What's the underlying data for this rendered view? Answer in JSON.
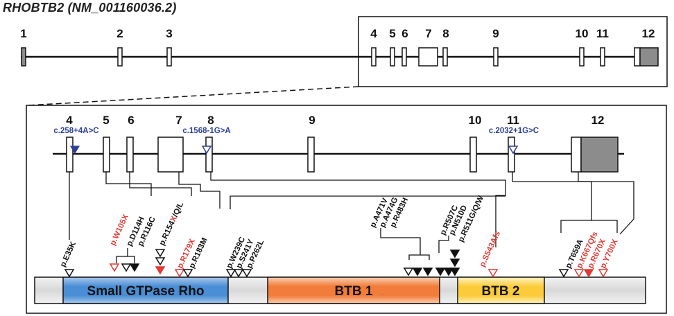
{
  "gene_title": "RHOBTB2 (NM_001160036.2)",
  "top_exons": [
    "1",
    "2",
    "3",
    "4",
    "5",
    "6",
    "7",
    "8",
    "9",
    "10",
    "11",
    "12"
  ],
  "zoom_exons": [
    "4",
    "5",
    "6",
    "7",
    "8",
    "9",
    "10",
    "11",
    "12"
  ],
  "splice_variants": [
    "c.258+4A>C",
    "c.1568-1G>A",
    "c.2032+1G>C"
  ],
  "variants": [
    {
      "label": "p.E35K",
      "color": "black",
      "marker": "open"
    },
    {
      "label": "p.W105X",
      "color": "red",
      "marker": "open-red"
    },
    {
      "label": "p.D114H",
      "color": "black",
      "marker": "open"
    },
    {
      "label": "p.R116C",
      "color": "black",
      "marker": "filled"
    },
    {
      "label": "p.R154X/Q/L",
      "color": "mixed",
      "marker": "open+filled-red"
    },
    {
      "label": "p.R179X",
      "color": "red",
      "marker": "open-red"
    },
    {
      "label": "p.R183M",
      "color": "black",
      "marker": "open"
    },
    {
      "label": "p.W239C",
      "color": "black",
      "marker": "open"
    },
    {
      "label": "p.S241Y",
      "color": "black",
      "marker": "open"
    },
    {
      "label": "p.P262L",
      "color": "black",
      "marker": "open"
    },
    {
      "label": "p.A471V",
      "color": "black",
      "marker": "open"
    },
    {
      "label": "p.A474G",
      "color": "black",
      "marker": "filled"
    },
    {
      "label": "p.R483H",
      "color": "black",
      "marker": "filled"
    },
    {
      "label": "p.R507C",
      "color": "black",
      "marker": "filled"
    },
    {
      "label": "p.N510D",
      "color": "black",
      "marker": "filled"
    },
    {
      "label": "p.R511G/Q/W",
      "color": "black",
      "marker": "filled"
    },
    {
      "label": "p.S543Afs",
      "color": "red",
      "marker": "open-red"
    },
    {
      "label": "p.T659A",
      "color": "black",
      "marker": "open"
    },
    {
      "label": "p.K667Qfs",
      "color": "red",
      "marker": "open-red"
    },
    {
      "label": "p.R670X",
      "color": "red",
      "marker": "filled-red"
    },
    {
      "label": "p.Y700X",
      "color": "red",
      "marker": "open-red"
    }
  ],
  "r154_parts": {
    "pre": "p.R154",
    "red": "X",
    "post": "/Q/L"
  },
  "domains": [
    "Small GTPase Rho",
    "BTB 1",
    "BTB 2"
  ],
  "colors": {
    "red": "#e23a35",
    "blue": "#2b3f99",
    "black": "#111111",
    "exon_utr": "#8c8c8c"
  }
}
